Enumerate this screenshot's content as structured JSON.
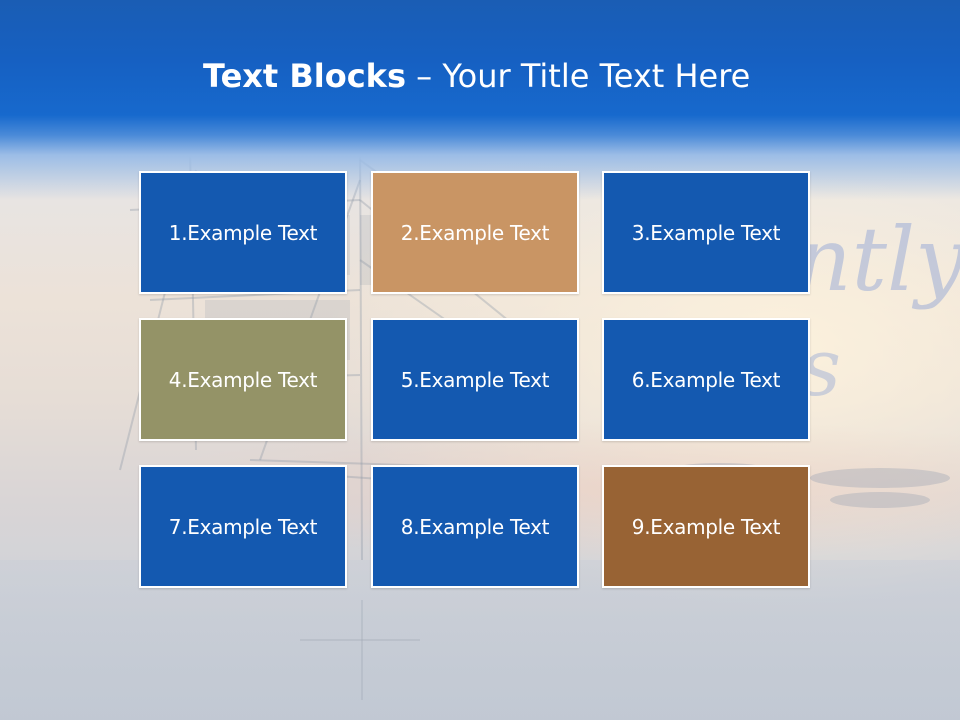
{
  "title": {
    "bold": "Text Blocks",
    "rest": " – Your Title Text Here"
  },
  "blocks": [
    {
      "label": "1.Example Text",
      "color": "#1459b0"
    },
    {
      "label": "2.Example Text",
      "color": "#c99564"
    },
    {
      "label": "3.Example Text",
      "color": "#1459b0"
    },
    {
      "label": "4.Example Text",
      "color": "#949367"
    },
    {
      "label": "5.Example Text",
      "color": "#1459b0"
    },
    {
      "label": "6.Example Text",
      "color": "#1459b0"
    },
    {
      "label": "7.Example Text",
      "color": "#1459b0"
    },
    {
      "label": "8.Example Text",
      "color": "#1459b0"
    },
    {
      "label": "9.Example Text",
      "color": "#986334"
    }
  ],
  "watermark": {
    "line1": "ntly",
    "line2": "s"
  },
  "colors": {
    "header": "#1660c2",
    "block_border": "#ffffff"
  }
}
